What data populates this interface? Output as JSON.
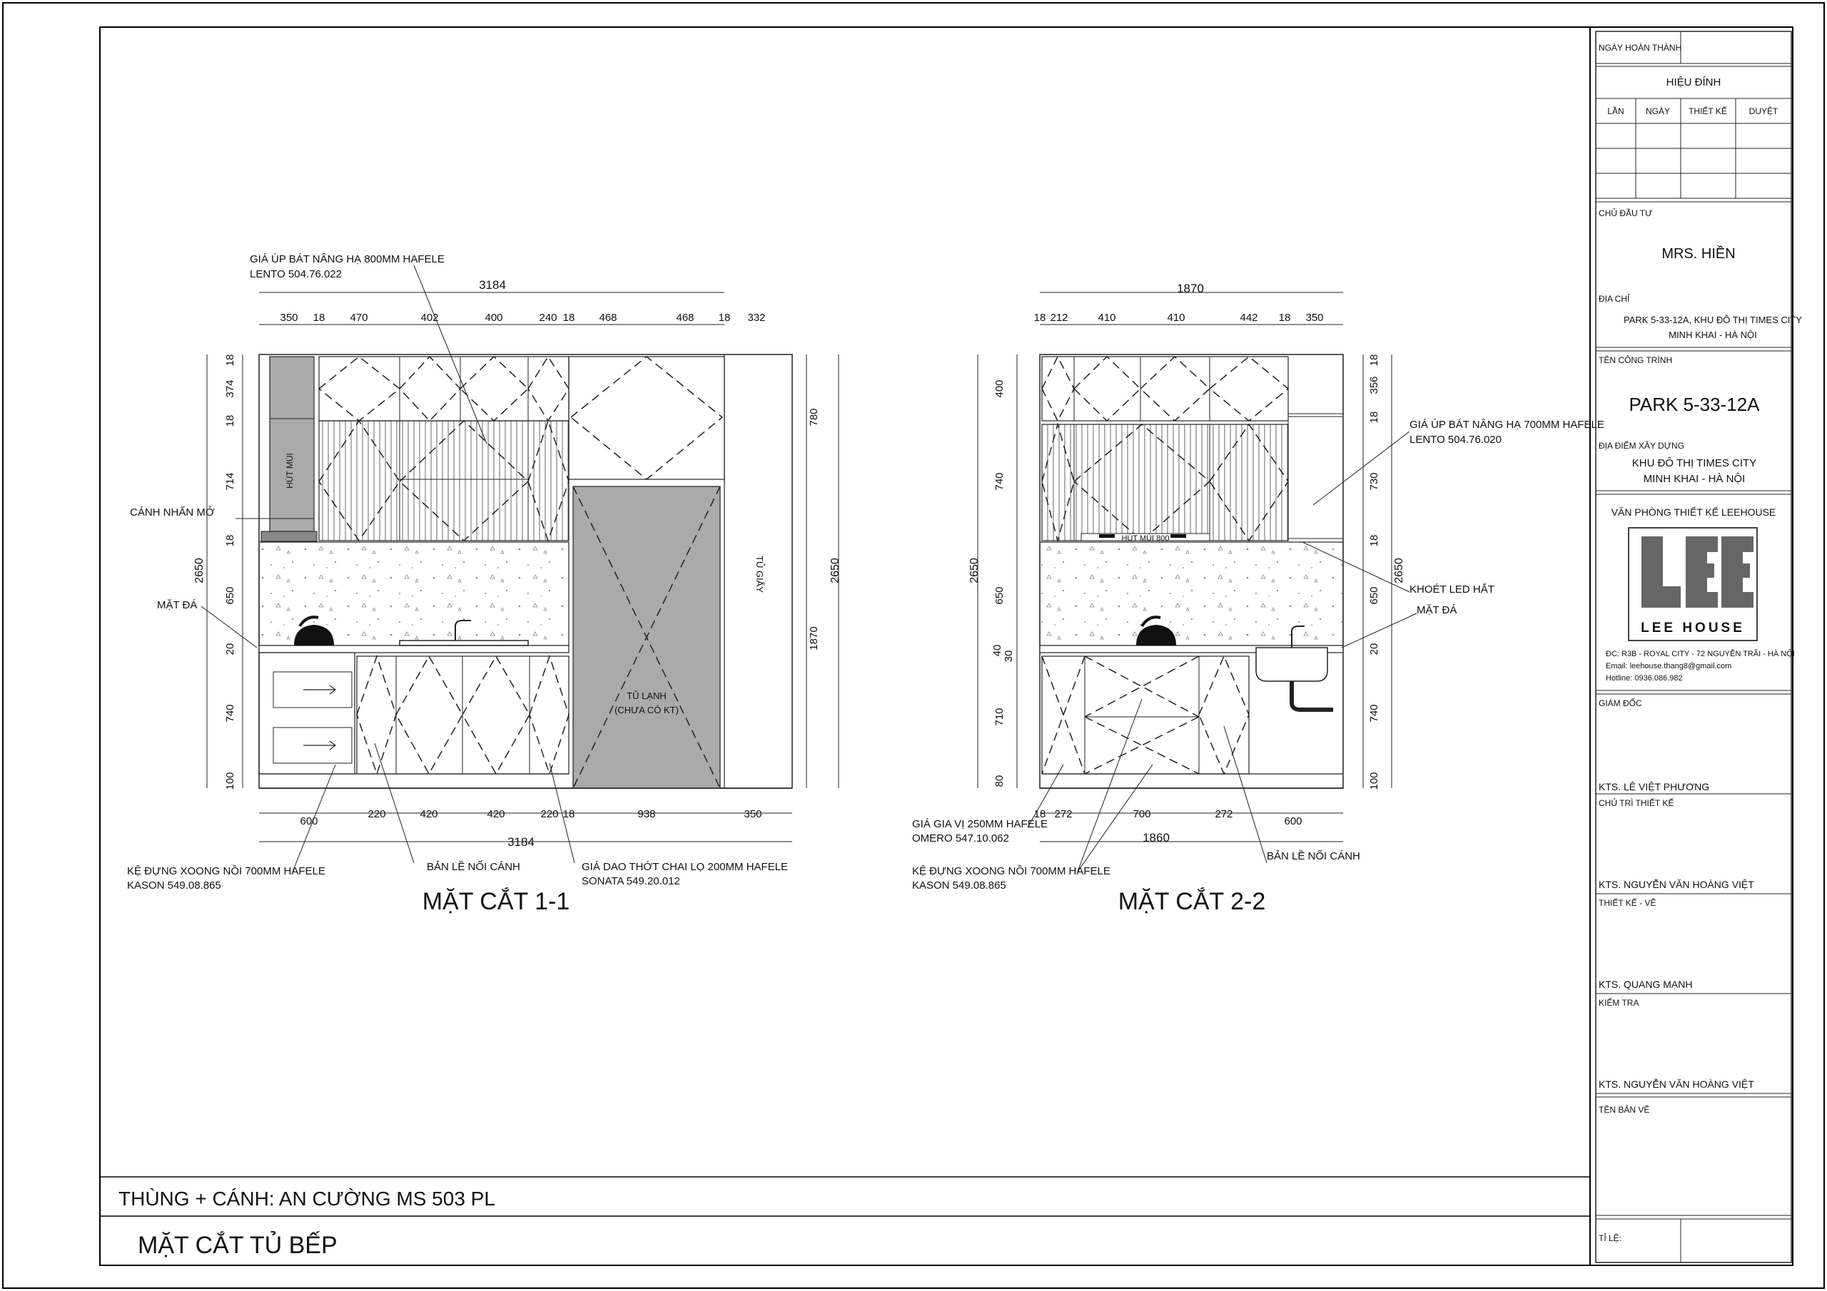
{
  "title_block": {
    "ngay_hoan_thanh": "NGÀY HOÀN THÀNH",
    "hieu_dinh": "HIỆU ĐÍNH",
    "rev_cols": [
      "LẦN",
      "NGÀY",
      "THIẾT KẾ",
      "DUYỆT"
    ],
    "chu_dau_tu_label": "CHỦ ĐẦU TƯ",
    "chu_dau_tu": "MRS. HIỀN",
    "dia_chi_label": "ĐỊA CHỈ",
    "dia_chi_1": "PARK 5-33-12A, KHU ĐÔ THỊ TIMES CITY",
    "dia_chi_2": "MINH KHAI - HÀ NỘI",
    "ten_cong_trinh_label": "TÊN CÔNG TRÌNH",
    "ten_cong_trinh": "PARK 5-33-12A",
    "dia_diem_label": "ĐỊA ĐIỂM XÂY DỰNG",
    "dia_diem_1": "KHU ĐÔ THỊ TIMES CITY",
    "dia_diem_2": "MINH KHAI - HÀ NỘI",
    "van_phong": "VĂN PHÒNG THIẾT KẾ LEEHOUSE",
    "logo_name": "LEE HOUSE",
    "contact_1": "ĐC: R3B - ROYAL CITY - 72 NGUYỄN TRÃI - HÀ NỘI",
    "contact_2": "Email: leehouse.thang8@gmail.com",
    "contact_3": "Hotline: 0936.086.982",
    "giam_doc_label": "GIÁM ĐỐC",
    "giam_doc": "KTS. LÊ VIỆT PHƯƠNG",
    "chu_tri_label": "CHỦ TRÌ THIẾT KẾ",
    "chu_tri": "KTS. NGUYỄN VĂN HOÀNG VIỆT",
    "thiet_ke_label": "THIẾT KẾ - VẼ",
    "thiet_ke": "KTS. QUANG MẠNH",
    "kiem_tra_label": "KIỂM TRA",
    "kiem_tra": "KTS. NGUYỄN VĂN HOÀNG VIỆT",
    "ten_ban_ve_label": "TÊN BẢN VẼ",
    "ti_le_label": "TỈ LỆ:"
  },
  "notes": {
    "material": "THÙNG + CÁNH: AN CƯỜNG MS 503 PL",
    "sheet_title": "MẶT CẮT TỦ BẾP"
  },
  "section1": {
    "title": "MẶT CẮT 1-1",
    "overall_top": "3184",
    "overall_bottom": "3184",
    "top_dims": [
      "350",
      "18",
      "470",
      "402",
      "400",
      "240",
      "18",
      "468",
      "468",
      "18",
      "332"
    ],
    "bottom_dims": [
      "600",
      "220",
      "420",
      "420",
      "220",
      "18",
      "938",
      "350"
    ],
    "left_dims": [
      "18",
      "374",
      "18",
      "714",
      "18",
      "650",
      "20",
      "740",
      "100"
    ],
    "left_total": "2650",
    "right_dims": [
      "780",
      "1870"
    ],
    "right_total": "2650",
    "labels": {
      "hut_mui": "HÚT MÙI",
      "tu_giay": "TỦ GIẤY",
      "tu_lanh_1": "TỦ LẠNH",
      "tu_lanh_2": "(CHƯA CÓ KT)"
    },
    "callouts": {
      "gia_up_1": "GIÁ ÚP BÁT NÂNG HẠ 800MM HAFELE",
      "gia_up_2": "LENTO 504.76.022",
      "canh_nhan_mo": "CÁNH NHẤN MỞ",
      "mat_da": "MẶT ĐÁ",
      "ke_dung_1": "KỆ ĐỰNG XOONG NỒI 700MM HAFELE",
      "ke_dung_2": "KASON 549.08.865",
      "ban_le": "BẢN LỀ NỐI CÁNH",
      "gia_dao_1": "GIÁ DAO THỚT CHAI LỌ 200MM HAFELE",
      "gia_dao_2": "SONATA 549.20.012"
    }
  },
  "section2": {
    "title": "MẶT CẮT 2-2",
    "overall_top": "1870",
    "overall_bottom": "1860",
    "top_dims": [
      "18",
      "212",
      "410",
      "410",
      "442",
      "18",
      "350"
    ],
    "bottom_dims": [
      "18",
      "272",
      "700",
      "272",
      "600"
    ],
    "left_dims": [
      "400",
      "740",
      "650",
      "40",
      "30",
      "710",
      "80"
    ],
    "left_total": "2650",
    "right_dims": [
      "18",
      "356",
      "18",
      "730",
      "18",
      "650",
      "20",
      "740",
      "100"
    ],
    "right_total": "2650",
    "labels": {
      "hut_mui_800": "HÚT MÙI 800"
    },
    "callouts": {
      "gia_up_1": "GIÁ ÚP BÁT NÂNG HẠ 700MM HAFELE",
      "gia_up_2": "LENTO 504.76.020",
      "khoet_led": "KHOÉT LED HẮT",
      "mat_da": "MẶT ĐÁ",
      "gia_gia_vi_1": "GIÁ GIA VỊ 250MM HAFELE",
      "gia_gia_vi_2": "OMERO 547.10.062",
      "ke_dung_1": "KỆ ĐỰNG XOONG NỒI 700MM HAFELE",
      "ke_dung_2": "KASON 549.08.865",
      "ban_le": "BẢN LỀ NỐI CÁNH"
    }
  }
}
